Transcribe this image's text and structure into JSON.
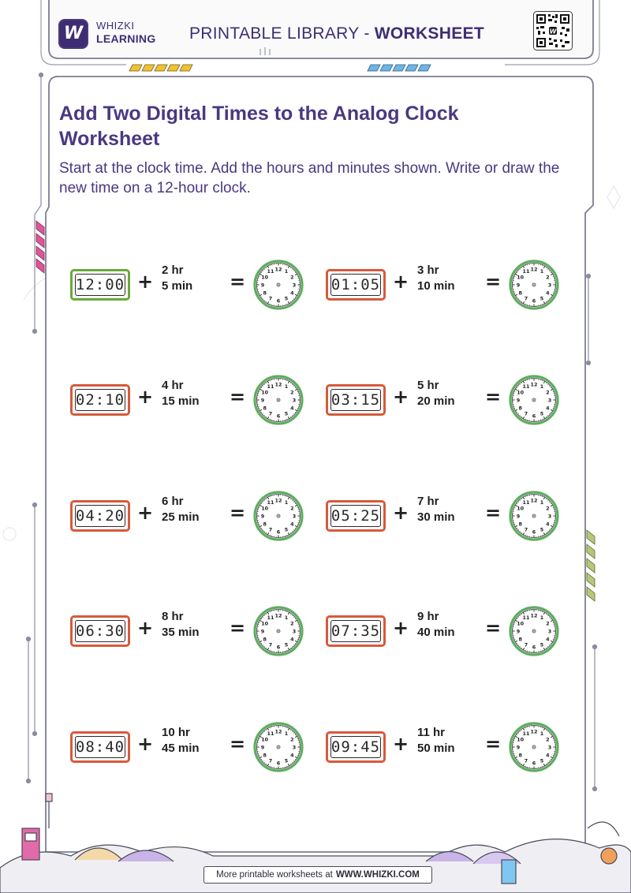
{
  "header": {
    "brand_line1": "WHIZKI",
    "brand_line2": "LEARNING",
    "logo_letter": "W",
    "library_prefix": "PRINTABLE LIBRARY - ",
    "library_bold": "WORKSHEET"
  },
  "title": "Add Two Digital Times to the Analog Clock Worksheet",
  "instructions": "Start at the clock time. Add the hours and minutes shown. Write or draw the new time on a 12-hour clock.",
  "symbols": {
    "plus": "+",
    "equals": "="
  },
  "clock_numbers": [
    "12",
    "1",
    "2",
    "3",
    "4",
    "5",
    "6",
    "7",
    "8",
    "9",
    "10",
    "11"
  ],
  "problems": [
    {
      "start": "12:00",
      "hours": "2 hr",
      "minutes": "5 min"
    },
    {
      "start": "01:05",
      "hours": "3 hr",
      "minutes": "10 min"
    },
    {
      "start": "02:10",
      "hours": "4 hr",
      "minutes": "15 min"
    },
    {
      "start": "03:15",
      "hours": "5 hr",
      "minutes": "20 min"
    },
    {
      "start": "04:20",
      "hours": "6 hr",
      "minutes": "25 min"
    },
    {
      "start": "05:25",
      "hours": "7 hr",
      "minutes": "30 min"
    },
    {
      "start": "06:30",
      "hours": "8 hr",
      "minutes": "35 min"
    },
    {
      "start": "07:35",
      "hours": "9 hr",
      "minutes": "40 min"
    },
    {
      "start": "08:40",
      "hours": "10 hr",
      "minutes": "45 min"
    },
    {
      "start": "09:45",
      "hours": "11 hr",
      "minutes": "50 min"
    }
  ],
  "footer": {
    "text": "More printable worksheets at",
    "link": "WWW.WHIZKI.COM"
  },
  "colors": {
    "title": "#4a3880",
    "first_display_border": "#6aa938",
    "display_border": "#d65a3c",
    "clock_ring": "#5cae5f"
  }
}
